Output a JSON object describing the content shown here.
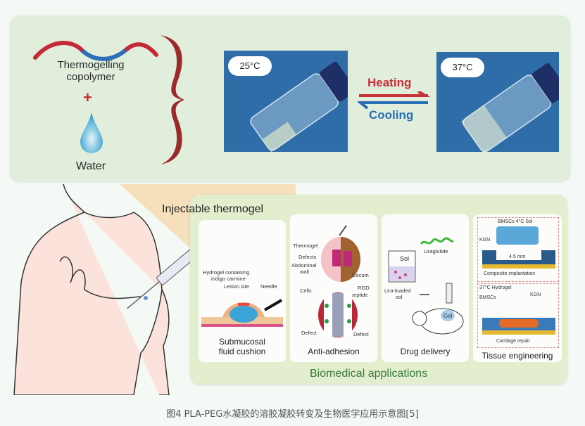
{
  "top_panel": {
    "copolymer_label_line1": "Thermogelling",
    "copolymer_label_line2": "copolymer",
    "plus_sign": "+",
    "water_label": "Water",
    "vial_left_temp": "25°C",
    "vial_right_temp": "37°C",
    "heating_label": "Heating",
    "cooling_label": "Cooling",
    "colors": {
      "heating": "#c8303a",
      "cooling": "#2a6fb5",
      "polymer_end": "#c42a35",
      "polymer_mid": "#2d6fb8",
      "bracket": "#9b2a2a"
    }
  },
  "bottom_panel": {
    "title": "Injectable thermogel",
    "footer": "Biomedical applications",
    "cards": [
      {
        "title_line1": "Submucosal",
        "title_line2": "fluid cushion",
        "labels": [
          "Hydrogel containing",
          "indigo carmine",
          "Lesion site",
          "Needle"
        ]
      },
      {
        "title_line1": "Anti-adhesion",
        "labels": [
          "Thermogel",
          "Defects",
          "Abdominal",
          "wall",
          "Cecum",
          "Cells",
          "RGD",
          "peptide",
          "Defect",
          "Defect"
        ]
      },
      {
        "title_line1": "Drug delivery",
        "labels": [
          "Liraglutide",
          "Sol",
          "Lira-loaded",
          "sol",
          "Gel"
        ]
      },
      {
        "title_line1": "Tissue engineering",
        "labels": [
          "BMSCs 4°C Sol",
          "KGN",
          "4.5 mm",
          "Composite implantation",
          "37°C Hydrogel",
          "BMSCs",
          "KGN",
          "Cartilage repair"
        ]
      }
    ]
  },
  "caption": "图4   PLA-PEG水凝胶的溶胶凝胶转变及生物医学应用示意图[5]"
}
